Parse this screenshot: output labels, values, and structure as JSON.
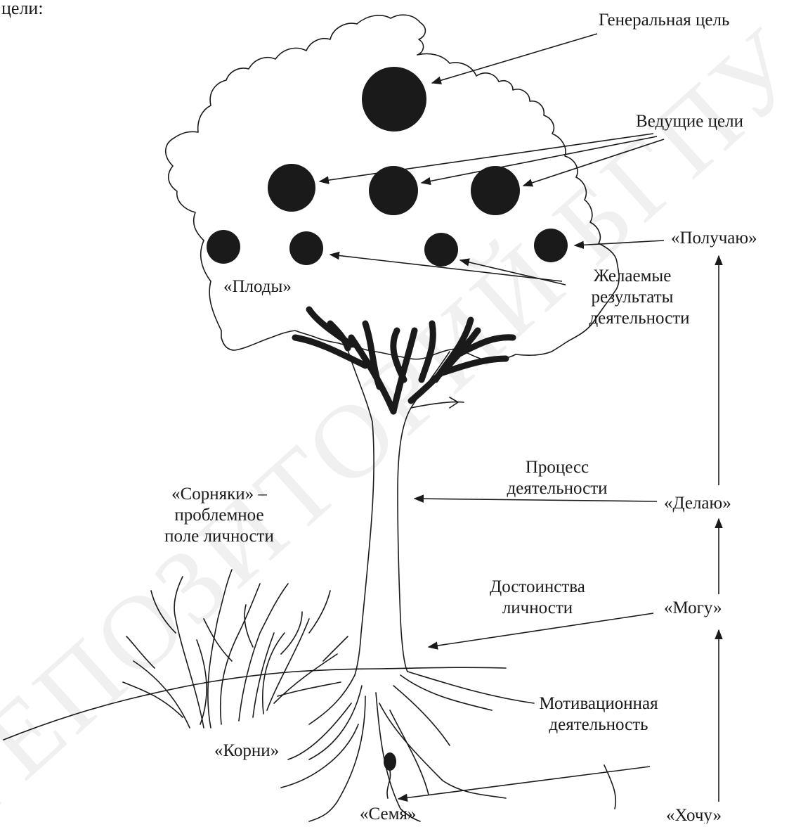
{
  "header_fragment": "цели:",
  "watermark": "РЕПОЗИТОРИЙ БГПУ",
  "labels": {
    "general_goal": "Генеральная цель",
    "leading_goals": "Ведущие цели",
    "get": "«Получаю»",
    "desired_results": [
      "Желаемые",
      "результаты",
      "деятельности"
    ],
    "fruits": "«Плоды»",
    "process": [
      "Процесс",
      "деятельности"
    ],
    "do": "«Делаю»",
    "weeds": [
      "«Сорняки» –",
      "проблемное",
      "поле личности"
    ],
    "merits": [
      "Достоинства",
      "личности"
    ],
    "can": "«Могу»",
    "motivation": [
      "Мотивационная",
      "деятельность"
    ],
    "roots": "«Корни»",
    "seed": "«Семя»",
    "want": "«Хочу»"
  },
  "colors": {
    "ink": "#1a1a1a",
    "watermark": "#bdbdbd"
  }
}
